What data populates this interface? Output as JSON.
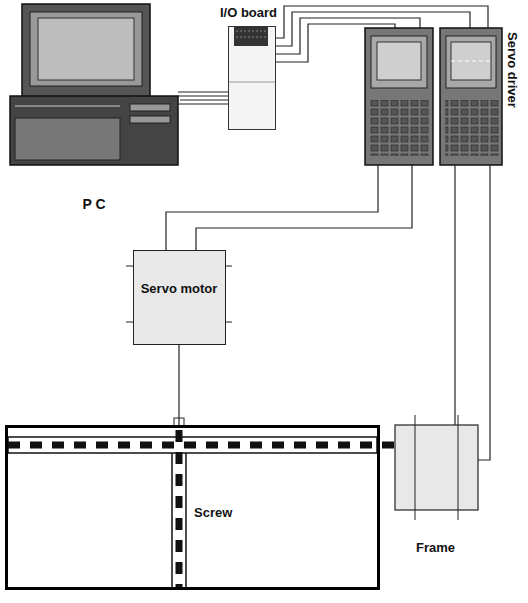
{
  "diagram": {
    "nodes": [
      {
        "text": [
          "P C"
        ]
      },
      {
        "text": [
          "I/O board"
        ]
      },
      {
        "text": [
          "Servo driver"
        ]
      },
      {
        "text": [
          "Servo motor"
        ]
      },
      {
        "text": [
          "Frame"
        ]
      }
    ],
    "edges": [
      {
        "from": 0,
        "to": 1,
        "arrow": "none"
      },
      {
        "from": 1,
        "to": 2,
        "arrow": "none"
      },
      {
        "from": 3,
        "to": 4,
        "arrow": "none"
      }
    ],
    "labels": [
      "Screw"
    ]
  }
}
